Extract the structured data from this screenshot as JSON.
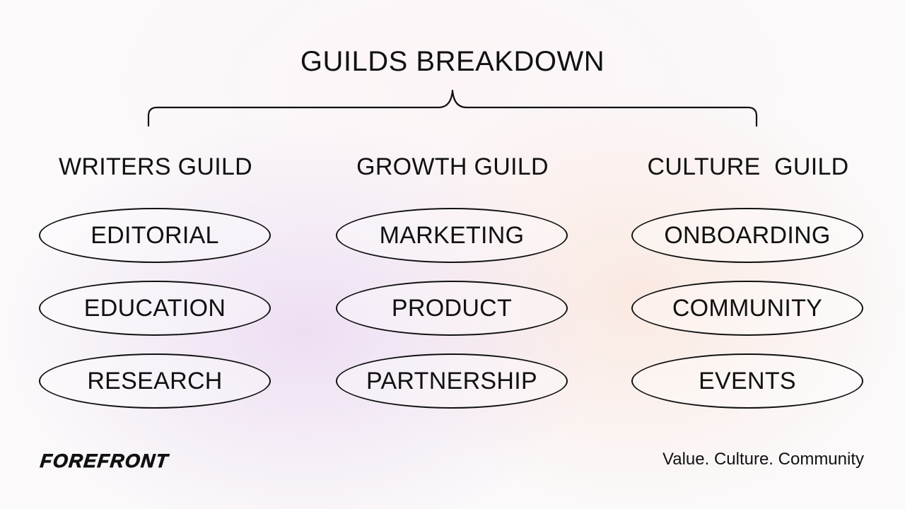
{
  "title": "GUILDS BREAKDOWN",
  "guilds": [
    {
      "name": "WRITERS GUILD",
      "items": [
        "EDITORIAL",
        "EDUCATION",
        "RESEARCH"
      ]
    },
    {
      "name": "GROWTH GUILD",
      "items": [
        "MARKETING",
        "PRODUCT",
        "PARTNERSHIP"
      ]
    },
    {
      "name": "CULTURE  GUILD",
      "items": [
        "ONBOARDING",
        "COMMUNITY",
        "EVENTS"
      ]
    }
  ],
  "footer": {
    "brand": "FOREFRONT",
    "tagline": "Value. Culture. Community"
  },
  "colors": {
    "ink": "#111111",
    "background": "#fbf9fa",
    "accent_lilac": "#e8d6f0",
    "accent_peach": "#fae2d6"
  }
}
